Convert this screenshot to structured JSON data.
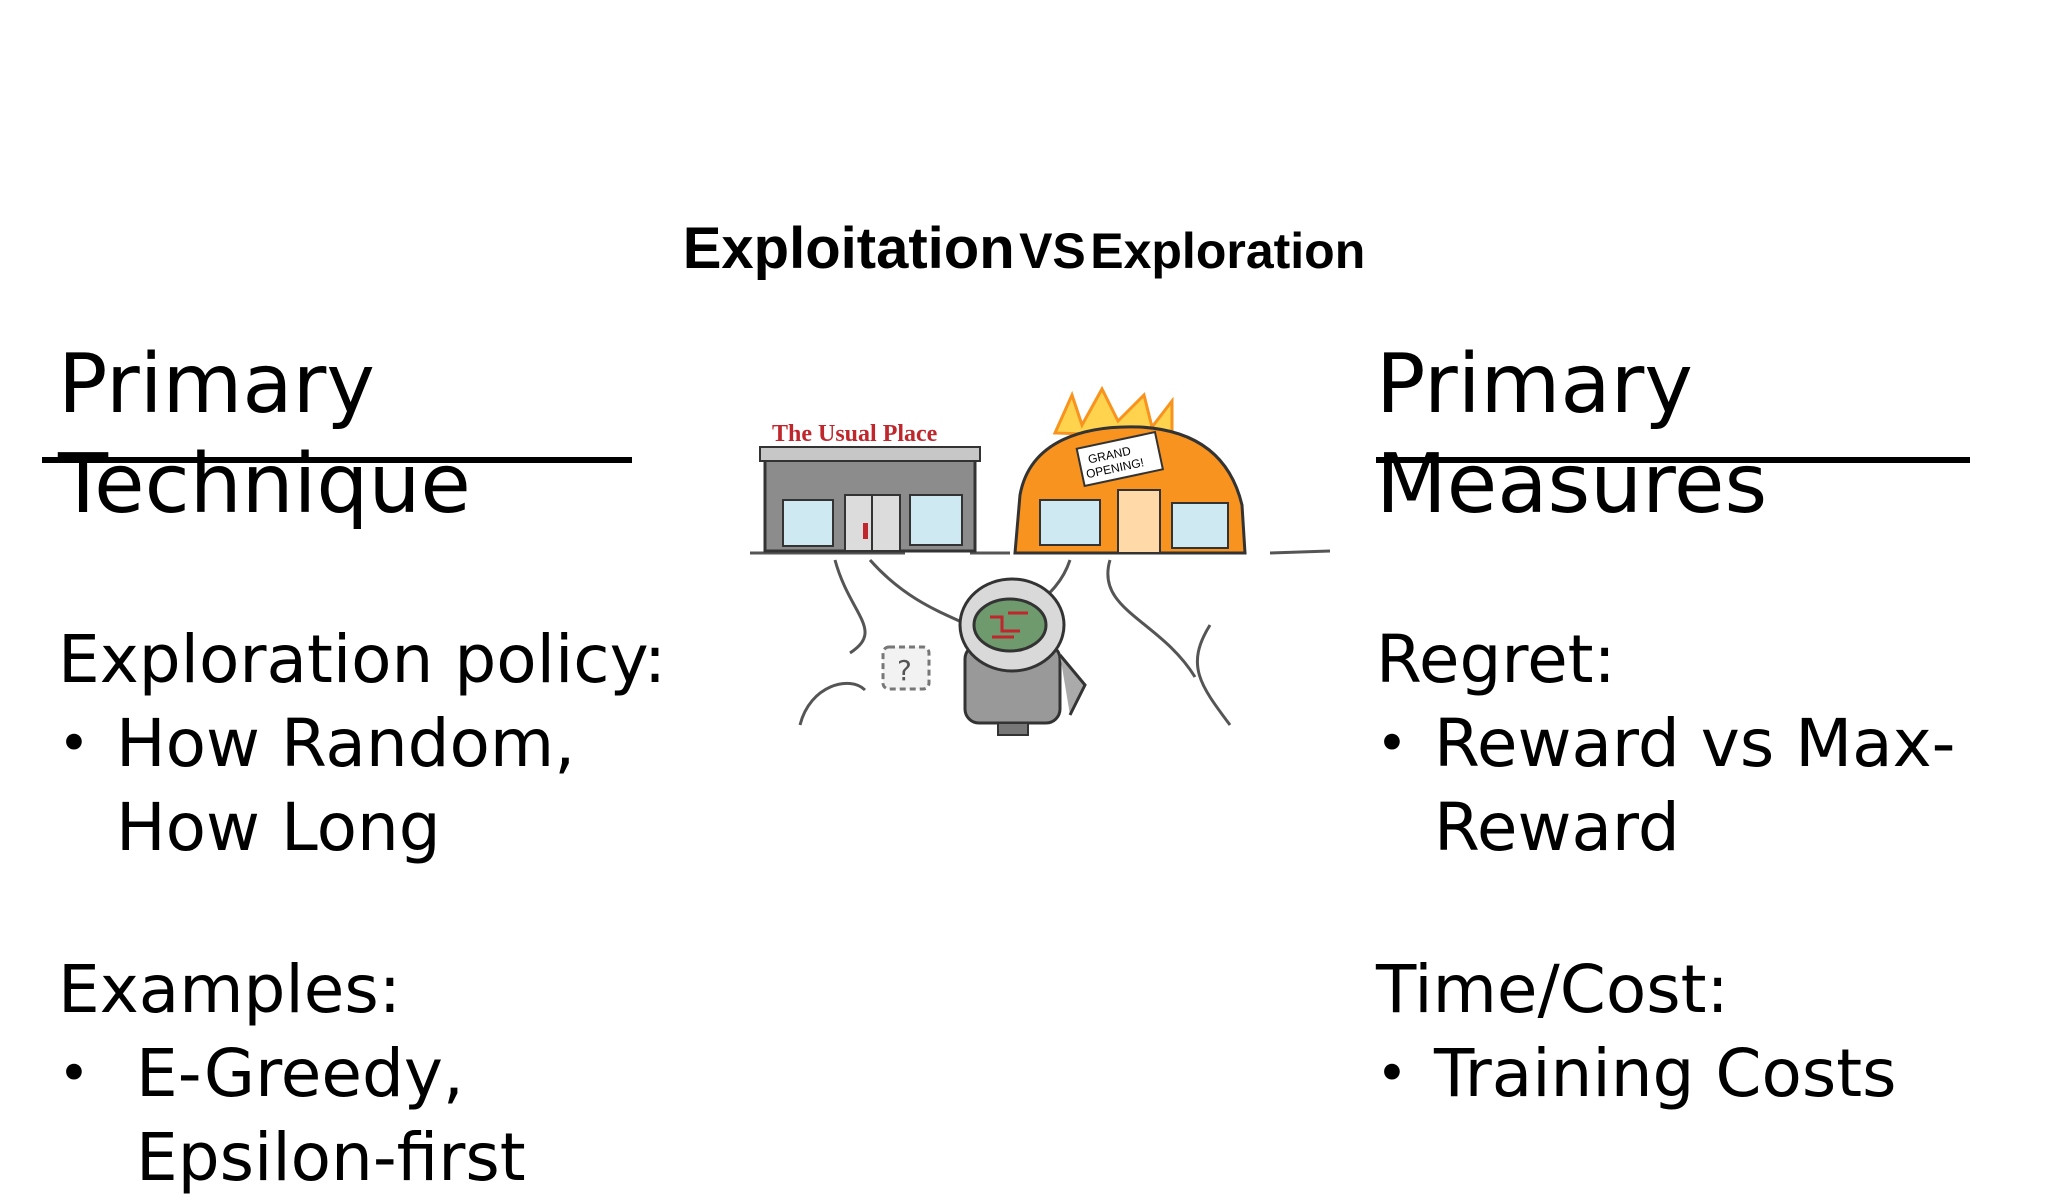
{
  "title": {
    "main": "Exploitation",
    "vs": "VS",
    "sub": "Exploration"
  },
  "left": {
    "heading_line1": "Primary",
    "heading_line2": "Technique",
    "section1": {
      "label": "Exploration policy:",
      "bullet_line1": "How Random,",
      "bullet_line2": "How Long"
    },
    "section2": {
      "label": "Examples:",
      "bullet_line1": "E-Greedy,",
      "bullet_line2": "Epsilon-first"
    }
  },
  "right": {
    "heading_line1": "Primary",
    "heading_line2": "Measures",
    "section1": {
      "label": "Regret:",
      "bullet_line1": "Reward vs Max-",
      "bullet_line2": "Reward"
    },
    "section2": {
      "label": "Time/Cost:",
      "bullet_line1": "Training Costs"
    }
  },
  "illustration": {
    "left_sign": "The Usual Place",
    "right_sign_line1": "GRAND",
    "right_sign_line2": "OPENING!",
    "question_mark": "?"
  },
  "colors": {
    "orange_store": "#f7931e",
    "gray_store": "#8c8c8c",
    "sign_red": "#c0272d"
  }
}
